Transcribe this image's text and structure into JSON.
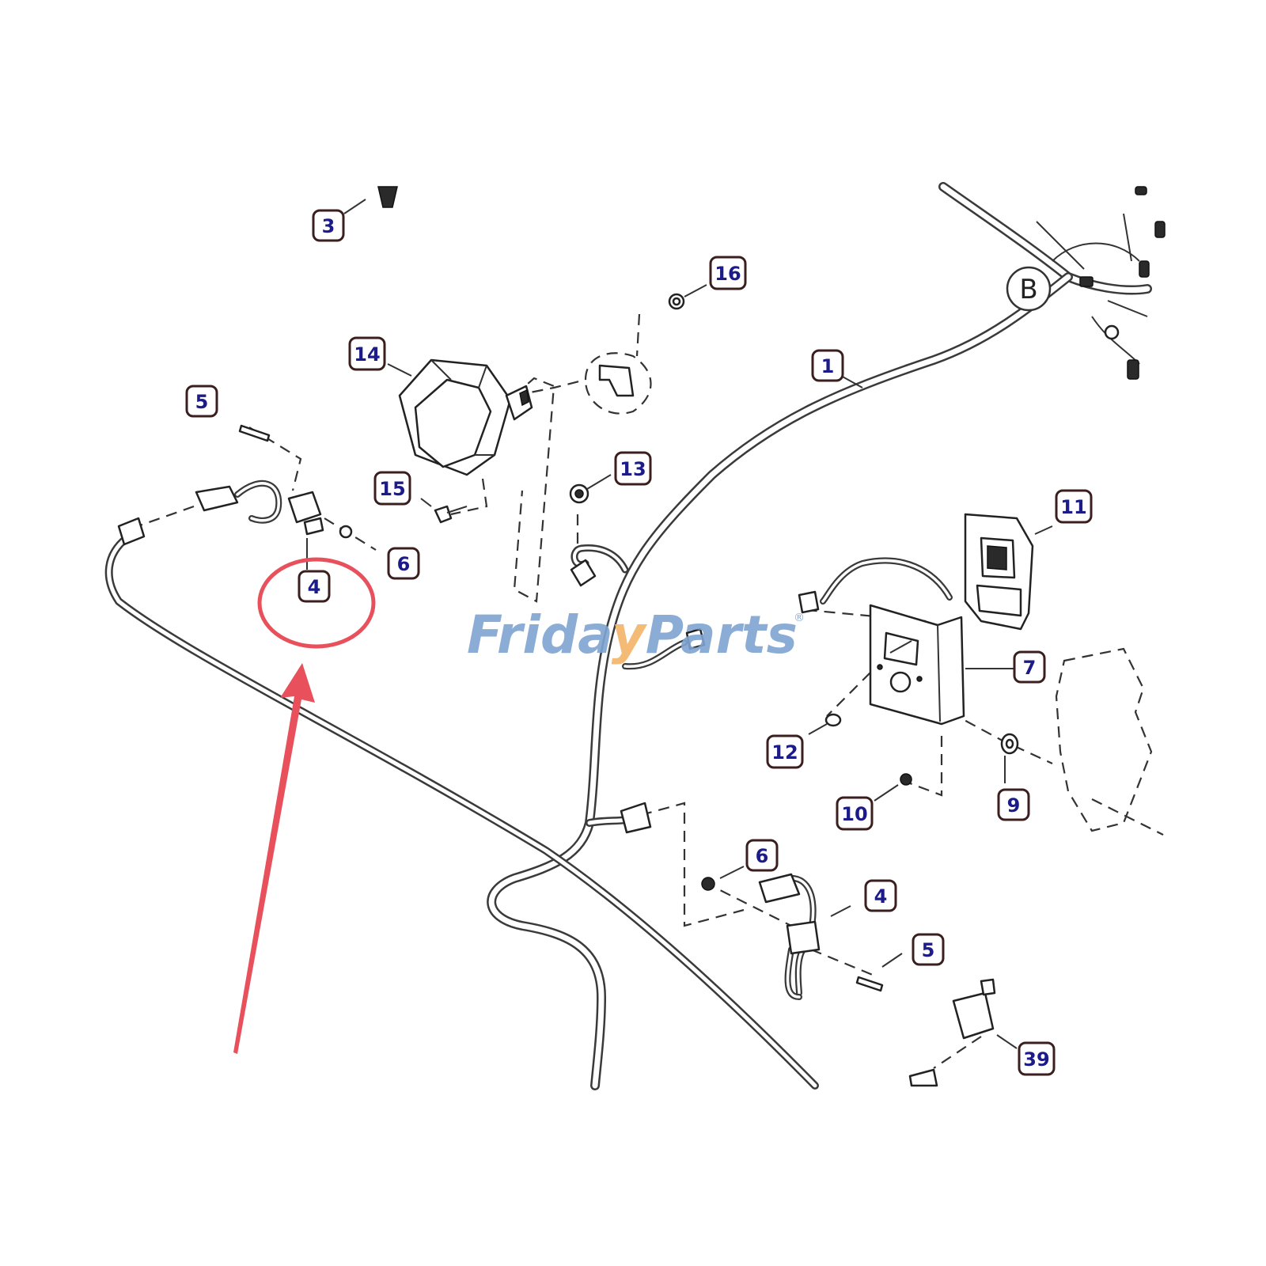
{
  "watermark": {
    "part1": "Frida",
    "part2": "y",
    "part3": "Parts",
    "trademark": "®"
  },
  "callouts": [
    {
      "id": "tag-3",
      "label": "3"
    },
    {
      "id": "tag-16",
      "label": "16"
    },
    {
      "id": "tag-14",
      "label": "14"
    },
    {
      "id": "tag-1",
      "label": "1"
    },
    {
      "id": "tag-5a",
      "label": "5"
    },
    {
      "id": "tag-13",
      "label": "13"
    },
    {
      "id": "tag-15",
      "label": "15"
    },
    {
      "id": "tag-11",
      "label": "11"
    },
    {
      "id": "tag-6a",
      "label": "6"
    },
    {
      "id": "tag-4a",
      "label": "4"
    },
    {
      "id": "tag-7",
      "label": "7"
    },
    {
      "id": "tag-12",
      "label": "12"
    },
    {
      "id": "tag-9",
      "label": "9"
    },
    {
      "id": "tag-10",
      "label": "10"
    },
    {
      "id": "tag-6b",
      "label": "6"
    },
    {
      "id": "tag-4b",
      "label": "4"
    },
    {
      "id": "tag-5b",
      "label": "5"
    },
    {
      "id": "tag-39",
      "label": "39"
    }
  ],
  "detail_marker": {
    "label": "B"
  },
  "highlight": {
    "target": "4",
    "color": "#e8505b"
  },
  "colors": {
    "tag_border": "#3b1f1f",
    "tag_text": "#1b1b8a",
    "watermark_blue": "#7fa4d1",
    "watermark_orange": "#f3b468"
  }
}
